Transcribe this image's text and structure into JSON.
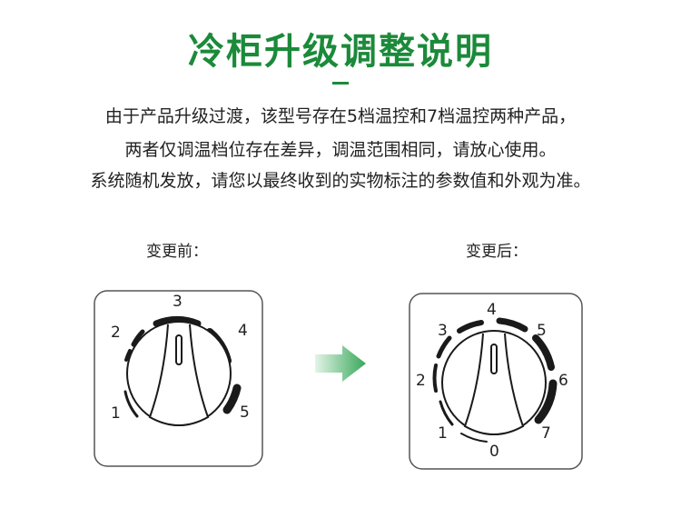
{
  "title": "冷柜升级调整说明",
  "description": [
    "由于产品升级过渡，该型号存在5档温控和7档温控两种产品，",
    "两者仅调温档位存在差异，调温范围相同，请放心使用。",
    "系统随机发放，请您以最终收到的实物标注的参数值和外观为准。"
  ],
  "before": {
    "label": "变更前：",
    "numbers": [
      "1",
      "2",
      "3",
      "4",
      "5"
    ]
  },
  "after": {
    "label": "变更后：",
    "numbers": [
      "0",
      "1",
      "2",
      "3",
      "4",
      "5",
      "6",
      "7"
    ]
  },
  "colors": {
    "accent": "#1b8a3a",
    "arrow_start": "#d8f0dd",
    "arrow_end": "#3aaa5a"
  },
  "icons": {
    "arrow": "arrow-right-icon",
    "knob": "thermostat-knob-icon"
  }
}
